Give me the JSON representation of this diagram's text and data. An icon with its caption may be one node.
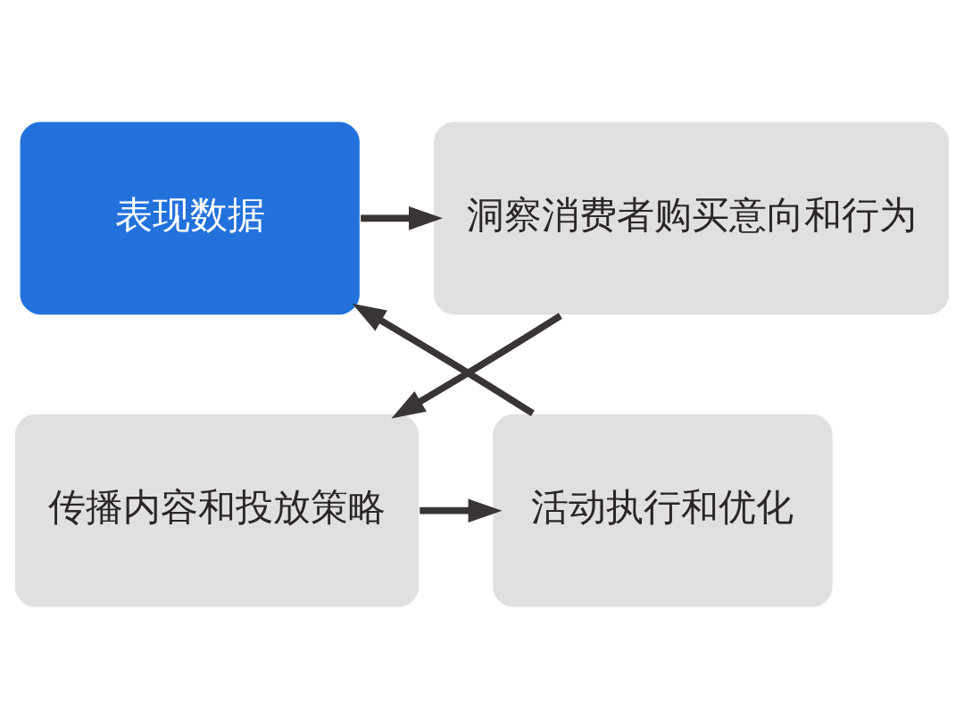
{
  "diagram": {
    "nodes": [
      {
        "text": [
          "表现数据"
        ]
      },
      {
        "text": [
          "洞察消费者购买意向和行为"
        ]
      },
      {
        "text": [
          "活动执行和优化"
        ]
      },
      {
        "text": [
          "传播内容和投放策略"
        ]
      }
    ],
    "edges": [
      {
        "from": 0,
        "to": 1,
        "arrow": "to"
      },
      {
        "from": 1,
        "to": 3,
        "arrow": "to"
      },
      {
        "from": 3,
        "to": 2,
        "arrow": "to"
      },
      {
        "from": 2,
        "to": 0,
        "arrow": "to"
      }
    ]
  }
}
